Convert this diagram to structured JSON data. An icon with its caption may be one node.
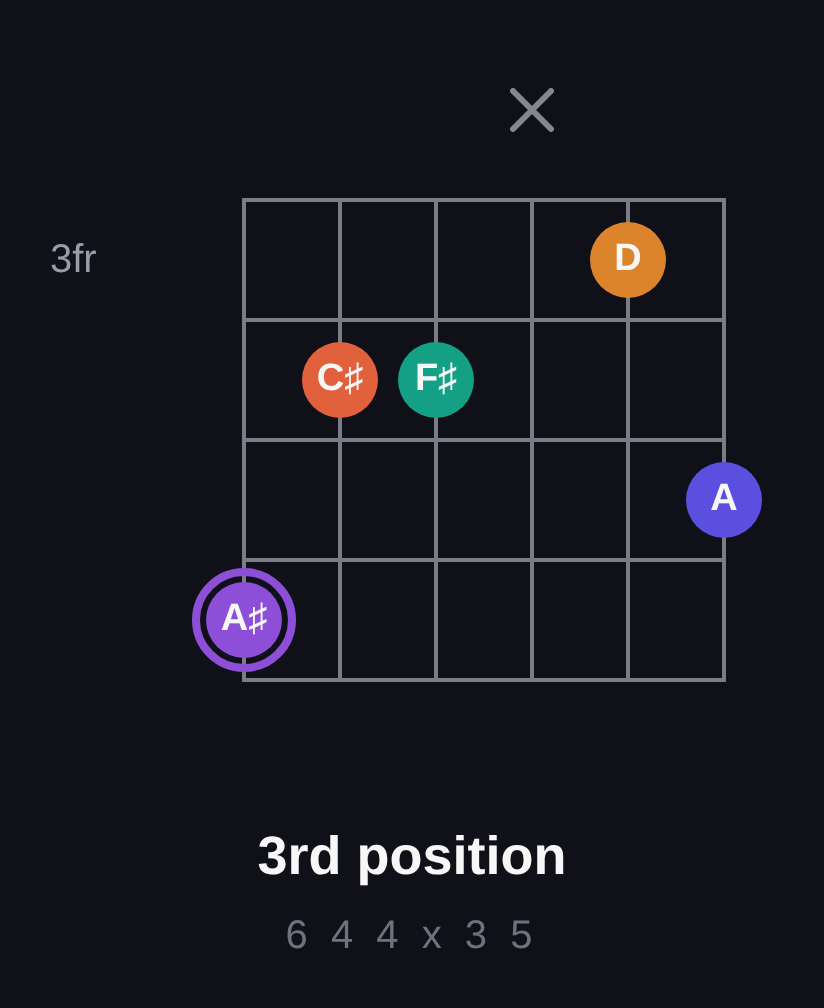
{
  "diagram": {
    "title": "3rd position",
    "nodes": [
      {
        "text": [
          "D"
        ]
      },
      {
        "text": [
          "C♯"
        ]
      },
      {
        "text": [
          "F♯"
        ]
      },
      {
        "text": [
          "A"
        ]
      },
      {
        "text": [
          "A♯"
        ]
      }
    ],
    "labels": [
      "3fr",
      "6 4 4 x 3 5"
    ]
  }
}
